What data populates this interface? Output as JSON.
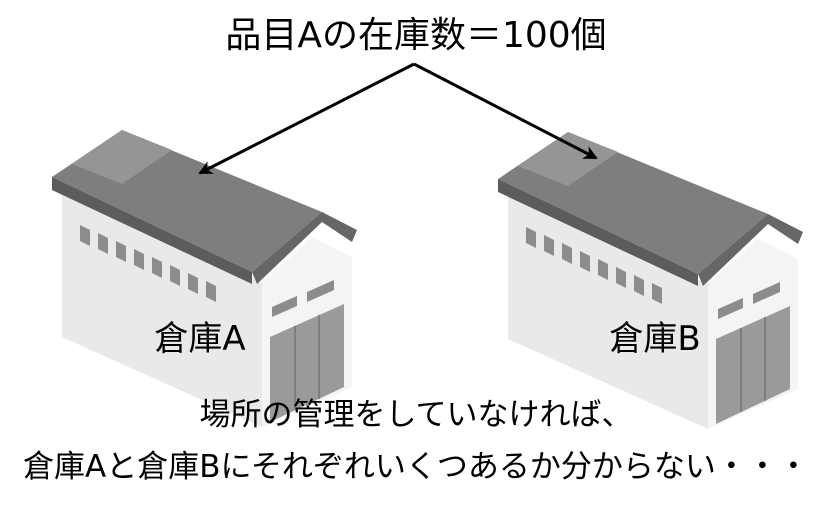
{
  "diagram": {
    "title": "品目Aの在庫数＝100個",
    "warehouses": [
      {
        "label": "倉庫A"
      },
      {
        "label": "倉庫B"
      }
    ],
    "caption": {
      "line1": "場所の管理をしていなければ、",
      "line2": "倉庫Aと倉庫Bにそれぞれいくつあるか分からない・・・"
    },
    "colors": {
      "roof_front": "#7a7a7a",
      "roof_top": "#8e8e8e",
      "roof_edge": "#5a5a5a",
      "wall_side": "#ececec",
      "wall_front": "#f6f6f6",
      "window": "#8c8c8c",
      "door": "#9a9a9a",
      "arrow": "#000000"
    }
  }
}
